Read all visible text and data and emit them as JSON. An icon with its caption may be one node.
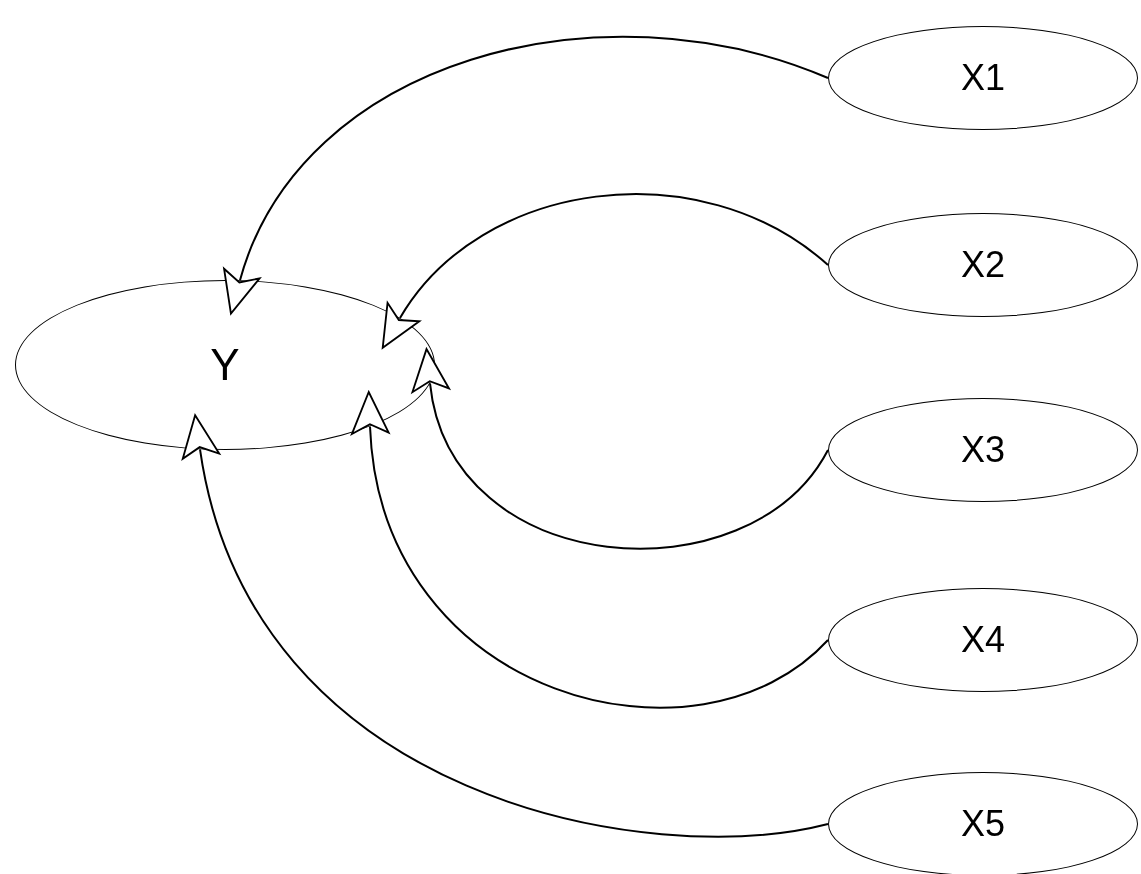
{
  "diagram": {
    "nodes": [
      {
        "text": [
          "Y"
        ]
      },
      {
        "text": [
          "X1"
        ]
      },
      {
        "text": [
          "X2"
        ]
      },
      {
        "text": [
          "X3"
        ]
      },
      {
        "text": [
          "X4"
        ]
      },
      {
        "text": [
          "X5"
        ]
      }
    ],
    "edges": [
      {
        "from": 1,
        "to": 0,
        "arrow": "to"
      },
      {
        "from": 2,
        "to": 0,
        "arrow": "to"
      },
      {
        "from": 3,
        "to": 0,
        "arrow": "to"
      },
      {
        "from": 4,
        "to": 0,
        "arrow": "to"
      },
      {
        "from": 5,
        "to": 0,
        "arrow": "to"
      }
    ]
  }
}
